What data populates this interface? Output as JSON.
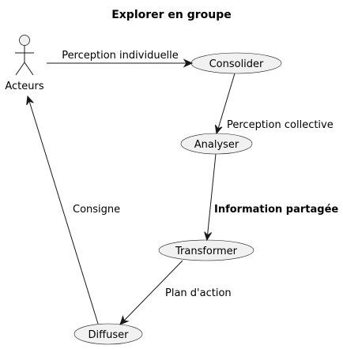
{
  "diagram": {
    "title": "Explorer en groupe",
    "actor": {
      "label": "Acteurs"
    },
    "usecases": {
      "consolider": "Consolider",
      "analyser": "Analyser",
      "transformer": "Transformer",
      "diffuser": "Diffuser"
    },
    "edges": {
      "perception_individuelle": "Perception individuelle",
      "perception_collective": "Perception collective",
      "information_partagee": "Information partagée",
      "plan_action": "Plan d'action",
      "consigne": "Consigne"
    },
    "colors": {
      "highlight": "#d32f2f",
      "usecase_fill": "#f1f1f1",
      "line": "#181818"
    }
  }
}
